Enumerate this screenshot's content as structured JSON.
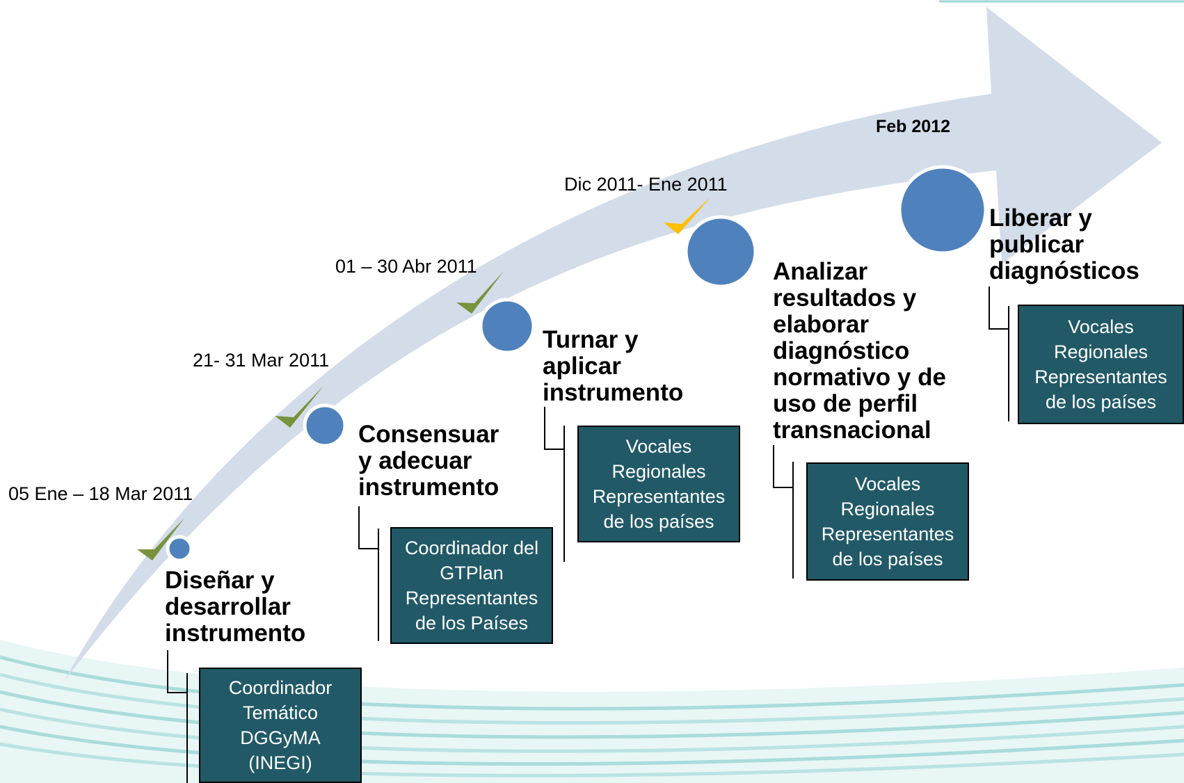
{
  "colors": {
    "arrow": "#d3dce9",
    "circle": "#4f81bd",
    "check_done": "#77933c",
    "check_progress": "#ffc000",
    "box": "#215967",
    "wave_light": "#cfeceb",
    "wave_dark": "#9fd5d6"
  },
  "stages": [
    {
      "date": "05 Ene – 18 Mar 2011",
      "title": "Diseñar y\ndesarrollar\ninstrumento",
      "status": "done",
      "roles": [
        "Coordinador",
        "Temático",
        "DGGyMA",
        "(INEGI)"
      ]
    },
    {
      "date": "21- 31 Mar 2011",
      "title": "Consensuar\ny adecuar\ninstrumento",
      "status": "done",
      "roles": [
        "Coordinador del",
        "GTPlan",
        "Representantes",
        "de los Países"
      ]
    },
    {
      "date": "01 – 30 Abr 2011",
      "title": "Turnar y\naplicar\ninstrumento",
      "status": "done",
      "roles": [
        "Vocales",
        "Regionales",
        "Representantes",
        "de los países"
      ]
    },
    {
      "date": "Dic 2011-  Ene 2011",
      "title": "Analizar\nresultados y\nelaborar\ndiagnóstico\nnormativo y de\nuso de perfil\ntransnacional",
      "status": "in-progress",
      "roles": [
        "Vocales",
        "Regionales",
        "Representantes",
        "de los países"
      ]
    },
    {
      "date": "Feb 2012",
      "title": "Liberar y\npublicar\ndiagnósticos",
      "status": "pending",
      "roles": [
        "Vocales",
        "Regionales",
        "Representantes",
        "de los países"
      ]
    }
  ]
}
